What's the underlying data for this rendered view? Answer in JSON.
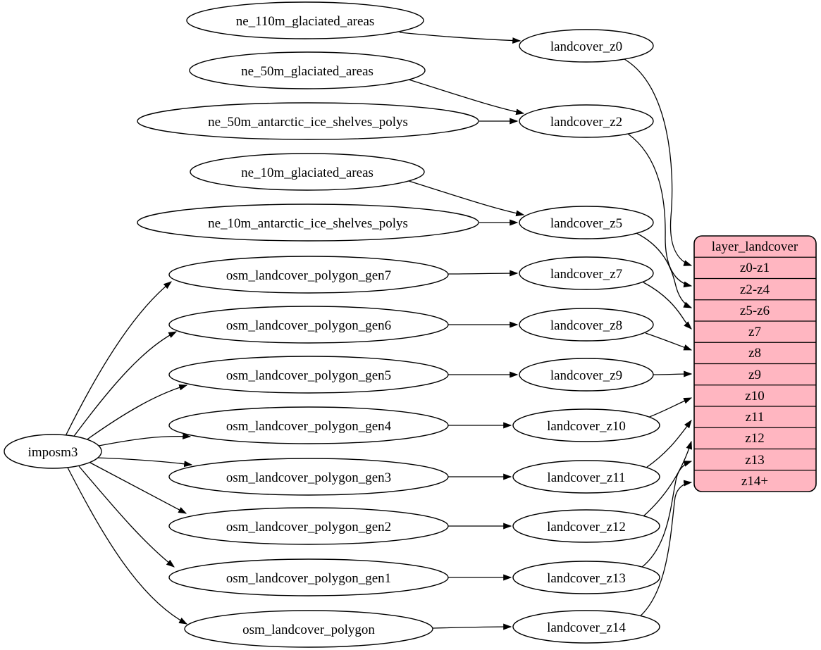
{
  "colors": {
    "background": "#ffffff",
    "node_fill": "#ffffff",
    "node_stroke": "#000000",
    "edge": "#000000",
    "record_fill": "#ffb6c1",
    "text": "#000000"
  },
  "nodes": {
    "root": "imposm3",
    "sources": [
      "ne_110m_glaciated_areas",
      "ne_50m_glaciated_areas",
      "ne_50m_antarctic_ice_shelves_polys",
      "ne_10m_glaciated_areas",
      "ne_10m_antarctic_ice_shelves_polys",
      "osm_landcover_polygon_gen7",
      "osm_landcover_polygon_gen6",
      "osm_landcover_polygon_gen5",
      "osm_landcover_polygon_gen4",
      "osm_landcover_polygon_gen3",
      "osm_landcover_polygon_gen2",
      "osm_landcover_polygon_gen1",
      "osm_landcover_polygon"
    ],
    "intermediates": [
      "landcover_z0",
      "landcover_z2",
      "landcover_z5",
      "landcover_z7",
      "landcover_z8",
      "landcover_z9",
      "landcover_z10",
      "landcover_z11",
      "landcover_z12",
      "landcover_z13",
      "landcover_z14"
    ],
    "record": {
      "title": "layer_landcover",
      "rows": [
        "z0-z1",
        "z2-z4",
        "z5-z6",
        "z7",
        "z8",
        "z9",
        "z10",
        "z11",
        "z12",
        "z13",
        "z14+"
      ]
    }
  },
  "edges": [
    {
      "from": "imposm3",
      "to": "osm_landcover_polygon_gen7"
    },
    {
      "from": "imposm3",
      "to": "osm_landcover_polygon_gen6"
    },
    {
      "from": "imposm3",
      "to": "osm_landcover_polygon_gen5"
    },
    {
      "from": "imposm3",
      "to": "osm_landcover_polygon_gen4"
    },
    {
      "from": "imposm3",
      "to": "osm_landcover_polygon_gen3"
    },
    {
      "from": "imposm3",
      "to": "osm_landcover_polygon_gen2"
    },
    {
      "from": "imposm3",
      "to": "osm_landcover_polygon_gen1"
    },
    {
      "from": "imposm3",
      "to": "osm_landcover_polygon"
    },
    {
      "from": "ne_110m_glaciated_areas",
      "to": "landcover_z0"
    },
    {
      "from": "ne_50m_glaciated_areas",
      "to": "landcover_z2"
    },
    {
      "from": "ne_50m_antarctic_ice_shelves_polys",
      "to": "landcover_z2"
    },
    {
      "from": "ne_10m_glaciated_areas",
      "to": "landcover_z5"
    },
    {
      "from": "ne_10m_antarctic_ice_shelves_polys",
      "to": "landcover_z5"
    },
    {
      "from": "osm_landcover_polygon_gen7",
      "to": "landcover_z7"
    },
    {
      "from": "osm_landcover_polygon_gen6",
      "to": "landcover_z8"
    },
    {
      "from": "osm_landcover_polygon_gen5",
      "to": "landcover_z9"
    },
    {
      "from": "osm_landcover_polygon_gen4",
      "to": "landcover_z10"
    },
    {
      "from": "osm_landcover_polygon_gen3",
      "to": "landcover_z11"
    },
    {
      "from": "osm_landcover_polygon_gen2",
      "to": "landcover_z12"
    },
    {
      "from": "osm_landcover_polygon_gen1",
      "to": "landcover_z13"
    },
    {
      "from": "osm_landcover_polygon",
      "to": "landcover_z14"
    },
    {
      "from": "landcover_z0",
      "to": "layer_landcover:z0-z1"
    },
    {
      "from": "landcover_z2",
      "to": "layer_landcover:z2-z4"
    },
    {
      "from": "landcover_z5",
      "to": "layer_landcover:z5-z6"
    },
    {
      "from": "landcover_z7",
      "to": "layer_landcover:z7"
    },
    {
      "from": "landcover_z8",
      "to": "layer_landcover:z8"
    },
    {
      "from": "landcover_z9",
      "to": "layer_landcover:z9"
    },
    {
      "from": "landcover_z10",
      "to": "layer_landcover:z10"
    },
    {
      "from": "landcover_z11",
      "to": "layer_landcover:z11"
    },
    {
      "from": "landcover_z12",
      "to": "layer_landcover:z12"
    },
    {
      "from": "landcover_z13",
      "to": "layer_landcover:z13"
    },
    {
      "from": "landcover_z14",
      "to": "layer_landcover:z14+"
    }
  ]
}
